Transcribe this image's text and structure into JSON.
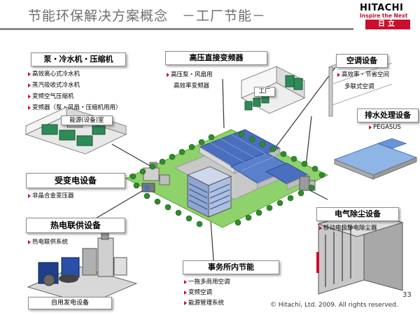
{
  "title": "节能环保解决方案概念　－工厂节能－",
  "logo": {
    "brand": "HITACHI",
    "tagline": "Inspire the Next",
    "kanji": "日立"
  },
  "sections": {
    "pump": {
      "title": "泵・冷水机・压缩机",
      "items": [
        "高效离心式冷水机",
        "蒸汽吸收式冷水机",
        "变频空气压缩机",
        "变频器（泵・风扇・压缩机用用）"
      ],
      "room_label": "能源(设备)室"
    },
    "hv_inverter": {
      "title": "高压直接变频器",
      "items": [
        "高压泵・风扇用",
        "高效率变频器"
      ],
      "factory_label": "工厂"
    },
    "aircon": {
      "title": "空调设备",
      "items": [
        "高效率・节省空间",
        "多联式空调"
      ]
    },
    "wastewater": {
      "title": "排水处理设备",
      "items": [
        "PEGASUS"
      ]
    },
    "substation": {
      "title": "受变电设备",
      "items": [
        "非晶合金变压器"
      ]
    },
    "cogeneration": {
      "title": "热电联供设备",
      "items": [
        "热电联供系统"
      ],
      "caption": "自用发电设备"
    },
    "dust": {
      "title": "电气除尘设备",
      "items": [
        "移动电极静电除尘器"
      ]
    },
    "office": {
      "title": "事务所内节能",
      "items": [
        "一拖多商用空调",
        "变频空调",
        "能源管理系统"
      ]
    }
  },
  "footer": {
    "copyright": "© Hitachi, Ltd. 2009. All rights reserved.",
    "page": "33"
  },
  "colors": {
    "accent": "#c8102e",
    "ground": "#8fd16a",
    "roof": "#4a6fbf"
  }
}
